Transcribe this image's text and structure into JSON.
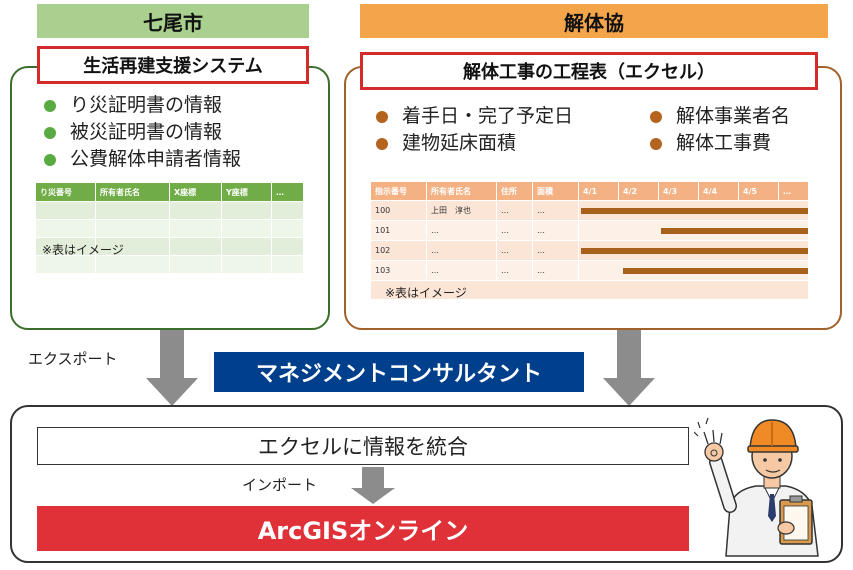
{
  "city_header": "七尾市",
  "assoc_header": "解体協",
  "left_title": "生活再建支援システム",
  "right_title": "解体工事の工程表（エクセル）",
  "left_bullets": [
    "り災証明書の情報",
    "被災証明書の情報",
    "公費解体申請者情報"
  ],
  "right_bullets": [
    "着手日・完了予定日",
    "建物延床面積",
    "解体事業者名",
    "解体工事費"
  ],
  "left_table": {
    "headers": [
      "り災番号",
      "所有者氏名",
      "X座標",
      "Y座標",
      "…"
    ],
    "note": "※表はイメージ"
  },
  "right_table": {
    "headers": [
      "指示番号",
      "所有者氏名",
      "住所",
      "面積",
      "4/1",
      "4/2",
      "4/3",
      "4/4",
      "4/5",
      "…"
    ],
    "rows": [
      {
        "id": "100",
        "owner": "上田　淳也",
        "addr": "…",
        "area": "…"
      },
      {
        "id": "101",
        "owner": "…",
        "addr": "…",
        "area": "…"
      },
      {
        "id": "102",
        "owner": "…",
        "addr": "…",
        "area": "…"
      },
      {
        "id": "103",
        "owner": "…",
        "addr": "…",
        "area": "…"
      }
    ],
    "note": "※表はイメージ"
  },
  "export_label": "エクスポート",
  "import_label": "インポート",
  "management_label": "マネジメントコンサルタント",
  "integrate_label": "エクセルに情報を統合",
  "arcgis_label": "ArcGISオンライン",
  "colors": {
    "city_green": "#a9d08e",
    "assoc_orange": "#f4a54a",
    "title_red": "#d42a2a",
    "mgmt_blue": "#003f8c",
    "arcgis_red": "#e03038",
    "gantt_brown": "#a8611b"
  }
}
